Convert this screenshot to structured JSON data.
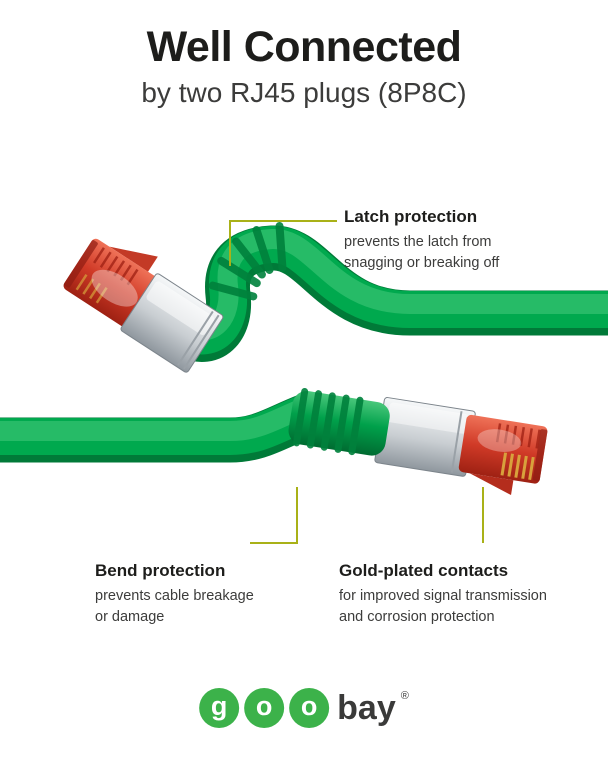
{
  "header": {
    "title": "Well Connected",
    "subtitle": "by two RJ45 plugs (8P8C)"
  },
  "callouts": {
    "latch": {
      "title": "Latch protection",
      "line1": "prevents the latch from",
      "line2": "snagging or breaking off"
    },
    "bend": {
      "title": "Bend protection",
      "line1": "prevents cable breakage",
      "line2": "or damage"
    },
    "gold": {
      "title": "Gold-plated contacts",
      "line1": "for improved signal transmission",
      "line2": "and corrosion protection"
    }
  },
  "logo": {
    "letters": [
      "g",
      "o",
      "o"
    ],
    "suffix": "bay",
    "registered": "®"
  },
  "colors": {
    "cable_green": "#00a24d",
    "cable_green_dark": "#007438",
    "cable_green_light": "#3cc577",
    "boot_ring_green": "#00813c",
    "connector_red": "#d03a27",
    "shield_silver": "#c9ced2",
    "contact_gold": "#d8a13c",
    "callout_line": "#a9b118",
    "logo_green": "#3cb24a",
    "text_dark": "#1d1d1b",
    "text_body": "#3c3c3b",
    "background": "#ffffff"
  }
}
